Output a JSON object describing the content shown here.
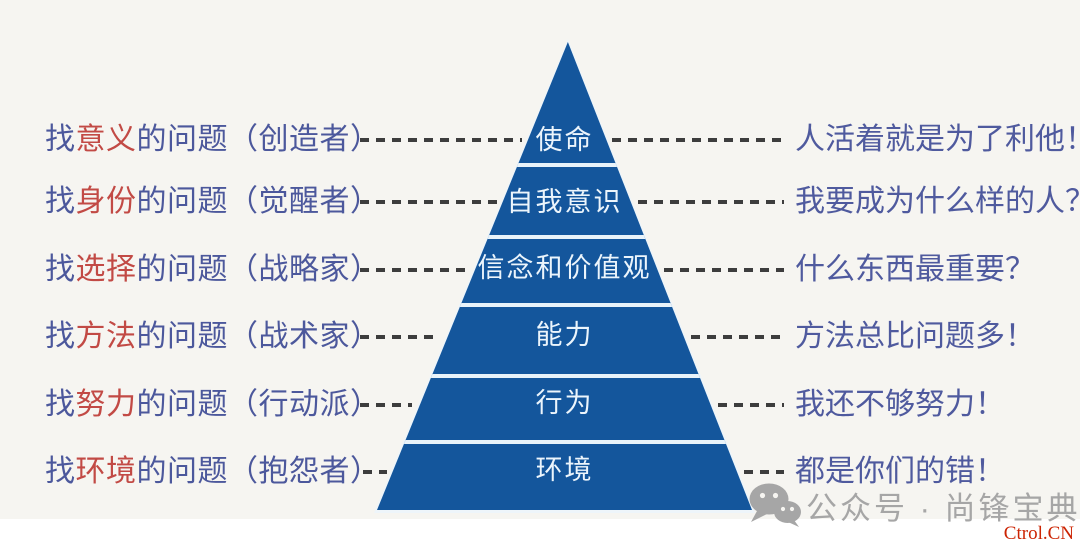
{
  "rows": [
    {
      "prefix": "找",
      "keyword": "意义",
      "rest": "的问题（创造者）",
      "level": "使命",
      "right": "人活着就是为了利他！"
    },
    {
      "prefix": "找",
      "keyword": "身份",
      "rest": "的问题（觉醒者）",
      "level": "自我意识",
      "right": "我要成为什么样的人？"
    },
    {
      "prefix": "找",
      "keyword": "选择",
      "rest": "的问题（战略家）",
      "level": "信念和价值观",
      "right": "什么东西最重要？"
    },
    {
      "prefix": "找",
      "keyword": "方法",
      "rest": "的问题（战术家）",
      "level": "能力",
      "right": "方法总比问题多！"
    },
    {
      "prefix": "找",
      "keyword": "努力",
      "rest": "的问题（行动派）",
      "level": "行为",
      "right": "我还不够努力！"
    },
    {
      "prefix": "找",
      "keyword": "环境",
      "rest": "的问题（抱怨者）",
      "level": "环境",
      "right": "都是你们的错！"
    }
  ],
  "pyramid": {
    "levels": [
      "使命",
      "自我意识",
      "信念和价值观",
      "能力",
      "行为",
      "环境"
    ]
  },
  "watermark": {
    "icon": "wechat-icon",
    "text": "公众号 · 尚锋宝典"
  },
  "footer": {
    "site": "Ctrol.CN"
  },
  "colors": {
    "pyramid_blue": "#14569c",
    "divider_white": "#e9f3fa",
    "text_blue": "#4c589c",
    "keyword_red": "#c24a45",
    "dash_gray": "#3d3d3d",
    "watermark_gray": "#a6a6a6",
    "footer_red": "#cc2403",
    "background": "#f6f5f1"
  }
}
